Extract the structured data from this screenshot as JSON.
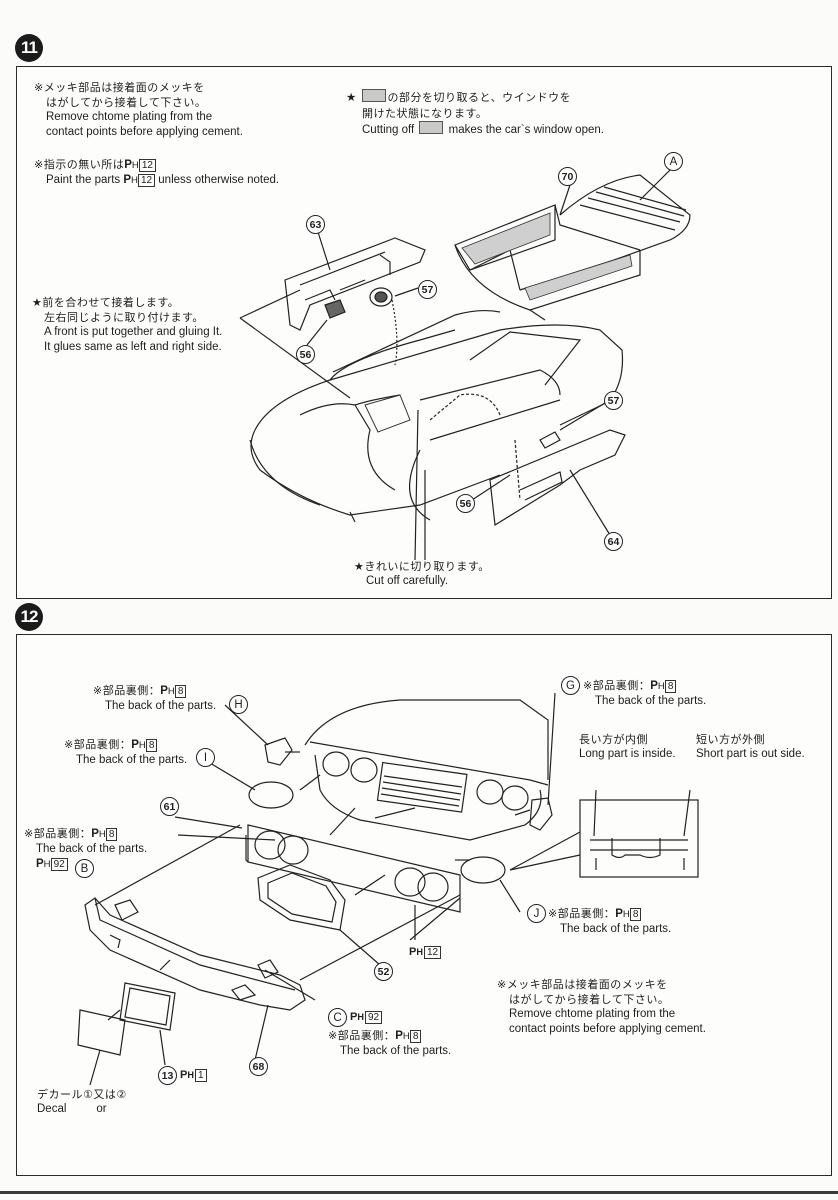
{
  "step11": {
    "number": "11",
    "note_plating": {
      "jp1": "※メッキ部品は接着面のメッキを",
      "jp2": "はがしてから接着して下さい。",
      "en1": "Remove chtome plating from the",
      "en2": "contact points before applying cement."
    },
    "note_paint": {
      "jp": "※指示の無い所は",
      "en_pre": "Paint the parts",
      "en_post": "unless otherwise noted.",
      "ph_code": "12"
    },
    "note_window": {
      "jp1_pre": "★",
      "jp1_post": "の部分を切り取ると、ウインドウを",
      "jp2": "開けた状態になります。",
      "en_pre": "Cutting off",
      "en_post": "makes the car`s window open."
    },
    "note_front": {
      "jp1": "★前を合わせて接着します。",
      "jp2": "左右同じように取り付けます。",
      "en1": "A front is put together and gluing It.",
      "en2": "It glues same as left and right side."
    },
    "note_cut": {
      "jp": "★きれいに切り取ります。",
      "en": "Cut off carefully."
    },
    "callouts": {
      "p63": "63",
      "p57a": "57",
      "p70": "70",
      "pA": "A",
      "p56a": "56",
      "p57b": "57",
      "p56b": "56",
      "p64": "64"
    }
  },
  "step12": {
    "number": "12",
    "ph_prefix": "PH",
    "back_jp": "※部品裏側：",
    "back_en": "The back of the parts.",
    "callouts": {
      "pH": "H",
      "pI": "I",
      "p61": "61",
      "pB": "B",
      "pG": "G",
      "pJ": "J",
      "p52": "52",
      "pC": "C",
      "p13": "13",
      "p68": "68"
    },
    "codes": {
      "h": "8",
      "i": "8",
      "b_back": "8",
      "b": "92",
      "g": "8",
      "j": "8",
      "p61_12": "12",
      "c": "92",
      "c_back": "8",
      "p13": "1"
    },
    "long_short": {
      "jp_long": "長い方が内側",
      "en_long": "Long part is inside.",
      "jp_short": "短い方が外側",
      "en_short": "Short part is out side."
    },
    "note_plating": {
      "jp1": "※メッキ部品は接着面のメッキを",
      "jp2": "はがしてから接着して下さい。",
      "en1": "Remove chtome plating from the",
      "en2": "contact points before applying cement."
    },
    "decal": {
      "jp": "デカール①又は②",
      "en1": "Decal",
      "en2": "or"
    }
  }
}
